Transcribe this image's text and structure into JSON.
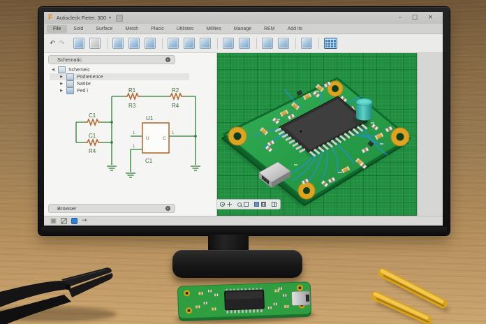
{
  "window": {
    "title": "Autiscleck Fieter. 300",
    "logo_letter": "F",
    "title_caret": "▾",
    "controls": [
      {
        "name": "minimize",
        "glyph": "–"
      },
      {
        "name": "maximize",
        "glyph": "□"
      },
      {
        "name": "close",
        "glyph": "×"
      }
    ]
  },
  "menu": {
    "items": [
      {
        "label": "File",
        "active": true
      },
      {
        "label": "Sold"
      },
      {
        "label": "Surface"
      },
      {
        "label": "Meish"
      },
      {
        "label": "Placic"
      },
      {
        "label": "Utilistes"
      },
      {
        "label": "Milities"
      },
      {
        "label": "Manage"
      },
      {
        "label": "REM"
      },
      {
        "label": "Add its"
      }
    ]
  },
  "toolbar": {
    "undo": {
      "name": "undo",
      "glyph": "↶"
    },
    "redo": {
      "name": "redo",
      "glyph": "↷"
    },
    "groups": [
      [
        {
          "name": "sketch"
        },
        {
          "name": "sphere",
          "style": "gray"
        }
      ],
      [
        {
          "name": "box"
        },
        {
          "name": "wedge"
        },
        {
          "name": "extrude"
        }
      ],
      [
        {
          "name": "revolve"
        },
        {
          "name": "sweep"
        },
        {
          "name": "loft"
        }
      ],
      [
        {
          "name": "modify"
        },
        {
          "name": "pattern"
        }
      ],
      [
        {
          "name": "assemble"
        },
        {
          "name": "joint"
        }
      ],
      [
        {
          "name": "inspect"
        }
      ],
      [
        {
          "name": "grid-display",
          "style": "grid"
        }
      ]
    ]
  },
  "left_panel": {
    "header": {
      "label": "Schematic"
    },
    "footer": {
      "label": "Browser"
    },
    "tree": [
      {
        "label": "Schemeic",
        "arrow": "◀",
        "icon": "document",
        "level": 0
      },
      {
        "label": "Podrenence",
        "arrow": "▶",
        "icon": "folder",
        "level": 1,
        "selected": true
      },
      {
        "label": "Natike",
        "arrow": "▶",
        "icon": "folder",
        "level": 1
      },
      {
        "label": "Ped i",
        "arrow": "▶",
        "icon": "folder-blue",
        "level": 1
      }
    ]
  },
  "schematic": {
    "labels": {
      "r1": "R1",
      "r3": "R3",
      "r2": "R2",
      "r4_top": "R4",
      "c1_left_top": "C1",
      "c1_left_bottom": "C1",
      "r4_left": "R4",
      "u1": "U1",
      "c1_bottom": "C1",
      "box_left": "U",
      "box_right": "C",
      "pin_top_left": "1",
      "pin_bottom_left": "1",
      "pin_right": "1"
    }
  },
  "viewport": {
    "nav_icons": [
      {
        "name": "orbit"
      },
      {
        "name": "look-at"
      },
      {
        "name": "pan"
      },
      {
        "name": "zoom"
      },
      {
        "name": "fit"
      },
      {
        "name": "display-settings"
      },
      {
        "name": "grid-settings"
      },
      {
        "name": "viewport-layout"
      }
    ]
  },
  "timeline": {
    "icons": [
      {
        "name": "history-marker"
      },
      {
        "name": "edit-feature"
      },
      {
        "name": "primitive-feature"
      },
      {
        "name": "play-forward",
        "glyph": "→"
      }
    ]
  },
  "colors": {
    "accent_orange": "#e8861a",
    "viewport_green": "#1f8f3f",
    "pcb_green": "#2fae52",
    "trace_blue": "#2090e8",
    "hole_yellow": "#dda321",
    "capacitor_teal": "#3cb8ac",
    "timeline_blue": "#2f7fd0",
    "schematic_wire_green": "#2f7d33",
    "schematic_component_orange": "#b0632a"
  }
}
